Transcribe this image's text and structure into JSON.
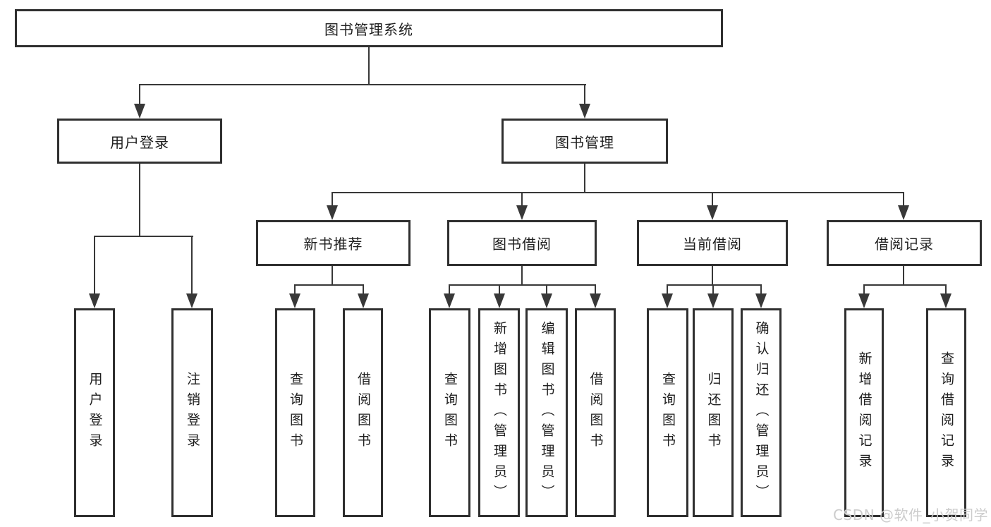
{
  "diagram": {
    "root": "图书管理系统",
    "nodes": {
      "user_login": "用户登录",
      "book_management": "图书管理",
      "new_book_recommend": "新书推荐",
      "book_borrowing": "图书借阅",
      "current_borrowing": "当前借阅",
      "borrowing_records": "借阅记录"
    },
    "leaves": {
      "user_login": [
        "用户登录",
        "注销登录"
      ],
      "new_book_recommend": [
        "查询图书",
        "借阅图书"
      ],
      "book_borrowing": [
        "查询图书",
        "新增图书（管理员）",
        "编辑图书（管理员）",
        "借阅图书"
      ],
      "current_borrowing": [
        "查询图书",
        "归还图书",
        "确认归还（管理员）"
      ],
      "borrowing_records": [
        "新增借阅记录",
        "查询借阅记录"
      ]
    },
    "colors": {
      "line": "#383838",
      "box_border": "#2f2f2f",
      "text": "#1e1e1e",
      "watermark": "#cccccc"
    }
  },
  "watermark": "CSDN @软件_小贺同学"
}
